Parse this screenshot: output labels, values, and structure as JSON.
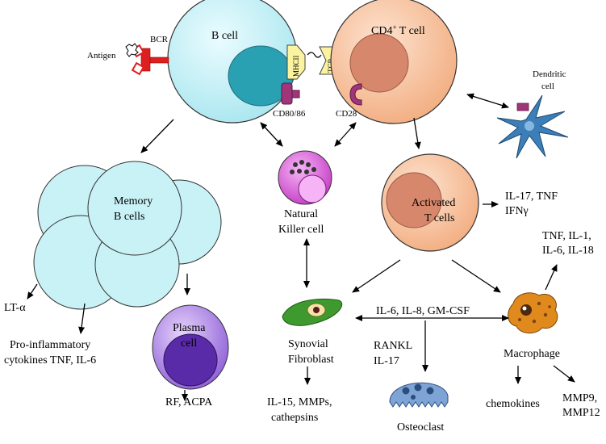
{
  "labels": {
    "b_cell": "B cell",
    "cd4_t_cell_base": "CD4",
    "cd4_t_cell_sup": "+",
    "cd4_t_cell_tail": " T cell",
    "antigen": "Antigen",
    "bcr": "BCR",
    "mhcii": "MHCII",
    "tcr": "TCR",
    "cd80_86": "CD80/86",
    "cd28": "CD28",
    "dendritic_cell_line1": "Dendritic",
    "dendritic_cell_line2": "cell",
    "memory_b_line1": "Memory",
    "memory_b_line2": "B cells",
    "nk_line1": "Natural",
    "nk_line2": "Killer cell",
    "activated_line1": "Activated",
    "activated_line2": "T cells",
    "activated_out_line1": "IL-17, TNF",
    "activated_out_line2": "IFNγ",
    "lt_alpha": "LT-α",
    "proinflam_line1": "Pro-inflammatory",
    "proinflam_line2": "cytokines TNF, IL-6",
    "plasma_line1": "Plasma",
    "plasma_line2": "cell",
    "rf_acpa": "RF, ACPA",
    "synovial_line1": "Synovial",
    "synovial_line2": "Fibroblast",
    "synovial_out_line1": "IL-15, MMPs,",
    "synovial_out_line2": "cathepsins",
    "cytokines_mid": "IL-6, IL-8, GM-CSF",
    "rankl_line1": "RANKL",
    "rankl_line2": "IL-17",
    "osteoclast": "Osteoclast",
    "macrophage": "Macrophage",
    "macro_out_line1": "TNF, IL-1,",
    "macro_out_line2": "IL-6, IL-18",
    "chemokines": "chemokines",
    "mmp_line1": "MMP9,",
    "mmp_line2": "MMP12"
  },
  "colors": {
    "b_cell_fill": "#c9f2f7",
    "b_cell_nucleus": "#2aa1b3",
    "t_cell_fill": "#f7c7a6",
    "t_cell_nucleus": "#d7876c",
    "nk_fill": "#dd55dd",
    "plasma_fill": "#b48ae8",
    "plasma_nucleus": "#5a2ba8",
    "dendritic_fill": "#3c7fb8",
    "fibroblast_fill": "#3e9a2e",
    "macrophage_fill": "#e08a1e",
    "osteoclast_fill": "#7ea4d6",
    "bcr_red": "#dd1f1f",
    "mhc_yellow": "#fbf3a0",
    "costim_purple": "#a0357a"
  }
}
